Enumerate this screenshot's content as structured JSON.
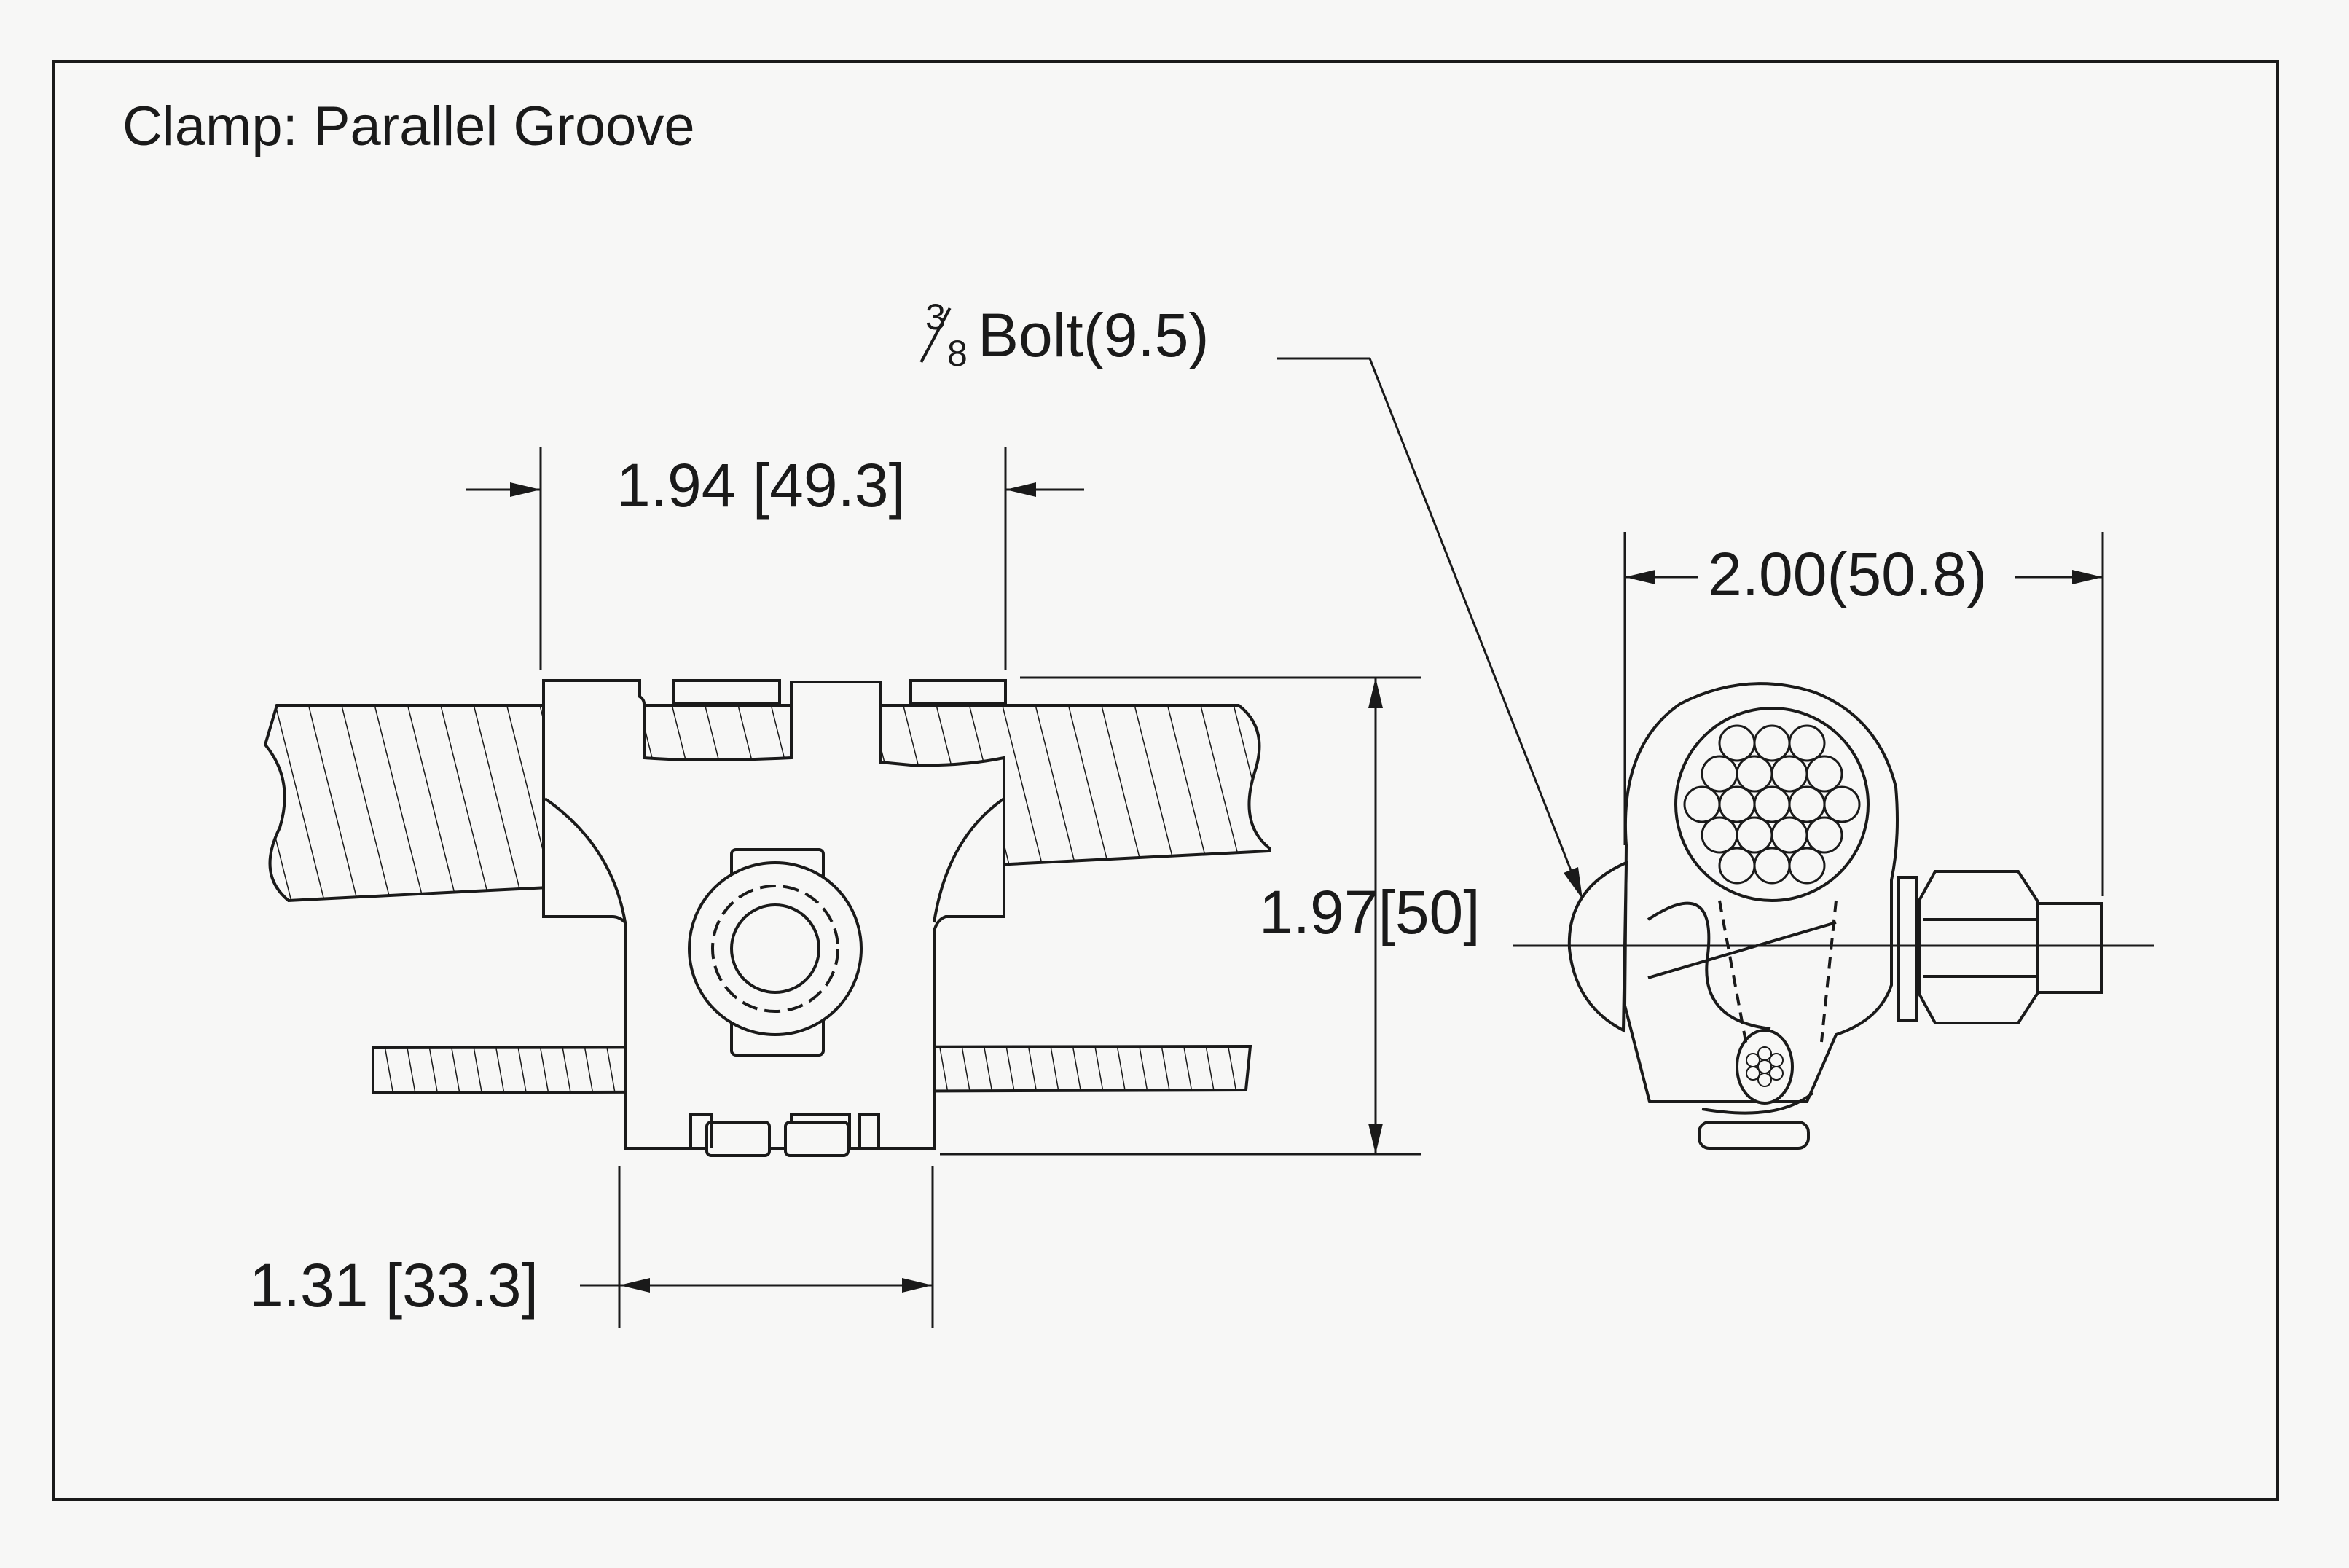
{
  "title": "Clamp: Parallel Groove",
  "dimensions": {
    "top_width": "1.94 [49.3]",
    "height": "1.97[50]",
    "bottom_width": "1.31 [33.3]",
    "side_width": "2.00(50.8)"
  },
  "bolt": {
    "fraction_numerator": "3",
    "fraction_denominator": "8",
    "label": "Bolt(9.5)"
  },
  "colors": {
    "paper": "#f7f7f6",
    "ink": "#1a1a1a"
  }
}
